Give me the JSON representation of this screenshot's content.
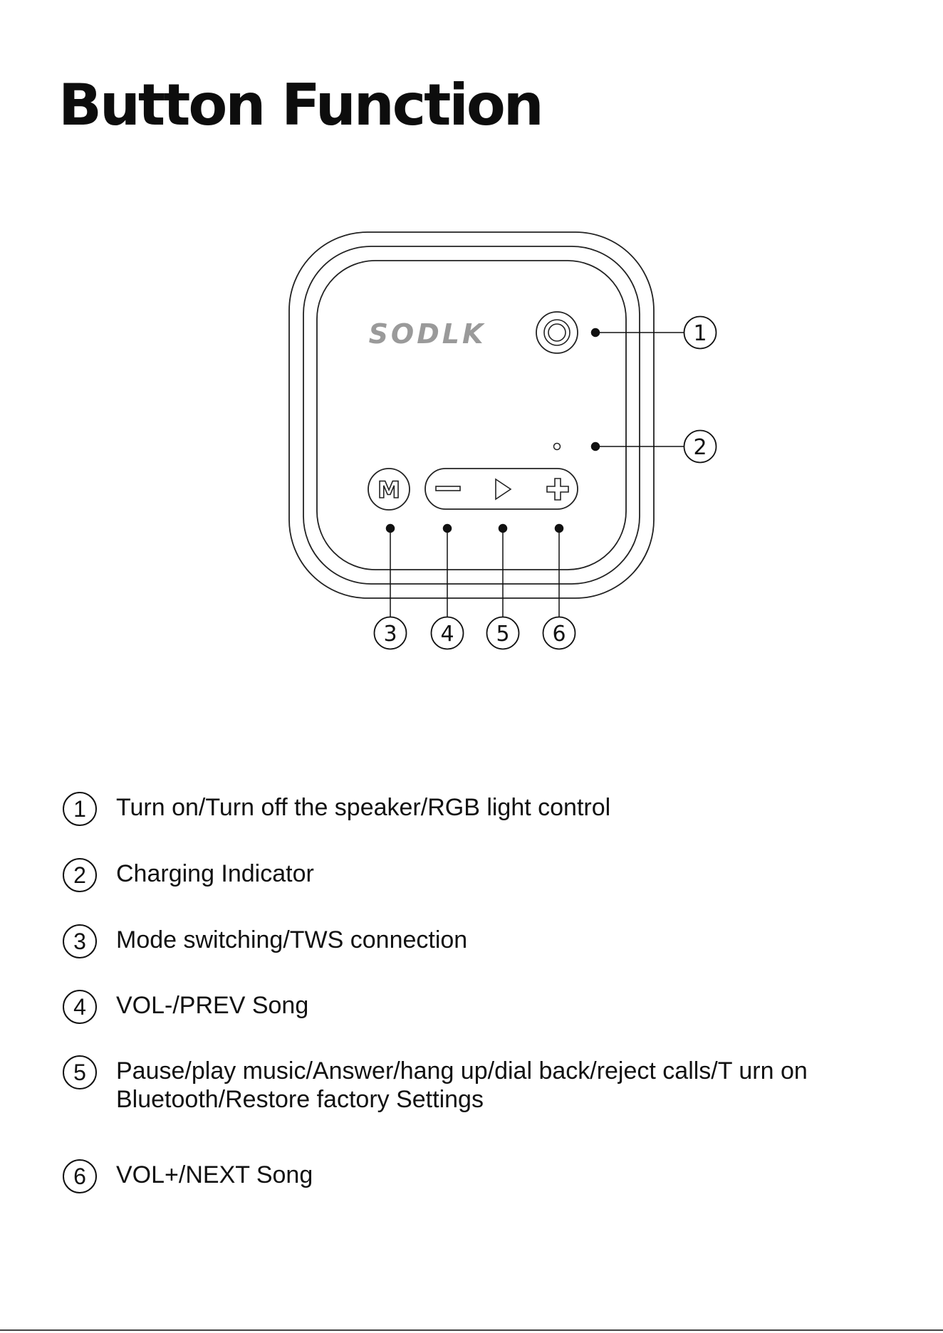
{
  "page": {
    "title": "Button Function"
  },
  "diagram": {
    "brand": "SODLK",
    "mode_button_glyph": "M",
    "callouts": [
      "1",
      "2",
      "3",
      "4",
      "5",
      "6"
    ],
    "icons": {
      "power": "power-button-icon",
      "indicator": "charging-indicator-dot-icon",
      "minus": "minus-icon",
      "play": "play-triangle-icon",
      "plus": "plus-icon"
    }
  },
  "functions": [
    {
      "number": "1",
      "text": "Turn on/Turn off the speaker/RGB light control"
    },
    {
      "number": "2",
      "text": "Charging Indicator"
    },
    {
      "number": "3",
      "text": "Mode switching/TWS connection"
    },
    {
      "number": "4",
      "text": "VOL-/PREV Song"
    },
    {
      "number": "5",
      "text": "Pause/play music/Answer/hang up/dial back/reject calls/T urn on Bluetooth/Restore factory Settings"
    },
    {
      "number": "6",
      "text": "VOL+/NEXT Song"
    }
  ]
}
